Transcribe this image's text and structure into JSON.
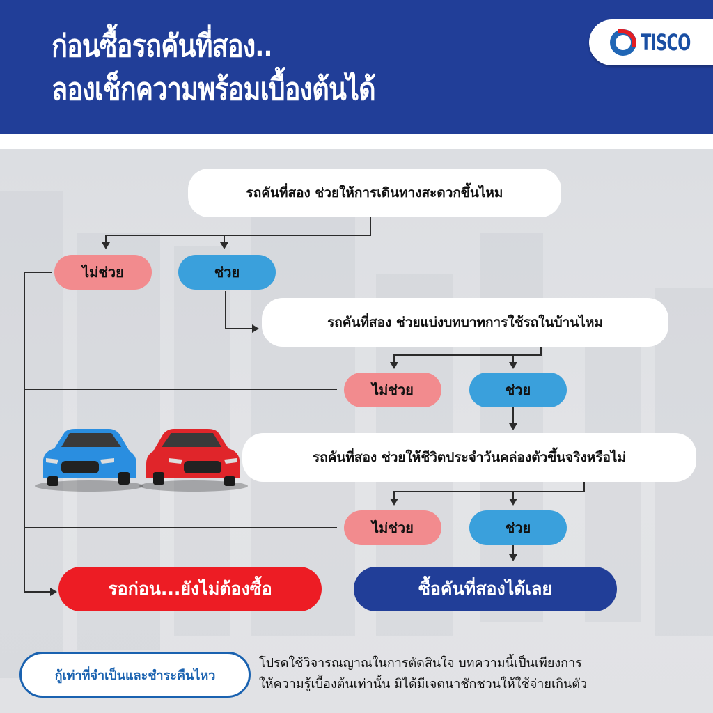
{
  "header": {
    "title_line1": "ก่อนซื้อรถคันที่สอง..",
    "title_line2": "ลองเช็กความพร้อมเบื้องต้นได้",
    "logo_text": "TISCO",
    "colors": {
      "header_bg": "#213e98",
      "logo_blue": "#2066b5",
      "logo_red": "#e31e24"
    }
  },
  "flow": {
    "questions": [
      "รถคันที่สอง ช่วยให้การเดินทางสะดวกขึ้นไหม",
      "รถคันที่สอง ช่วยแบ่งบทบาทการใช้รถในบ้านไหม",
      "รถคันที่สอง ช่วยให้ชีวิตประจำวันคล่องตัวขึ้นจริงหรือไม่"
    ],
    "answers": {
      "no": "ไม่ช่วย",
      "yes": "ช่วย"
    },
    "results": {
      "wait": "รอก่อน...ยังไม่ต้องซื้อ",
      "buy": "ซื้อคันที่สองได้เลย"
    },
    "colors": {
      "no": "#f28b8e",
      "yes": "#3aa0dc",
      "wait": "#ed1c24",
      "buy": "#213e98"
    }
  },
  "illustration": {
    "cars": [
      "blue-car",
      "red-car"
    ]
  },
  "footer": {
    "badge": "กู้เท่าที่จำเป็นและชำระคืนไหว",
    "disclaimer_line1": "โปรดใช้วิจารณญาณในการตัดสินใจ บทความนี้เป็นเพียงการ",
    "disclaimer_line2": "ให้ความรู้เบื้องต้นเท่านั้น มิได้มีเจตนาชักชวนให้ใช้จ่ายเกินตัว"
  }
}
